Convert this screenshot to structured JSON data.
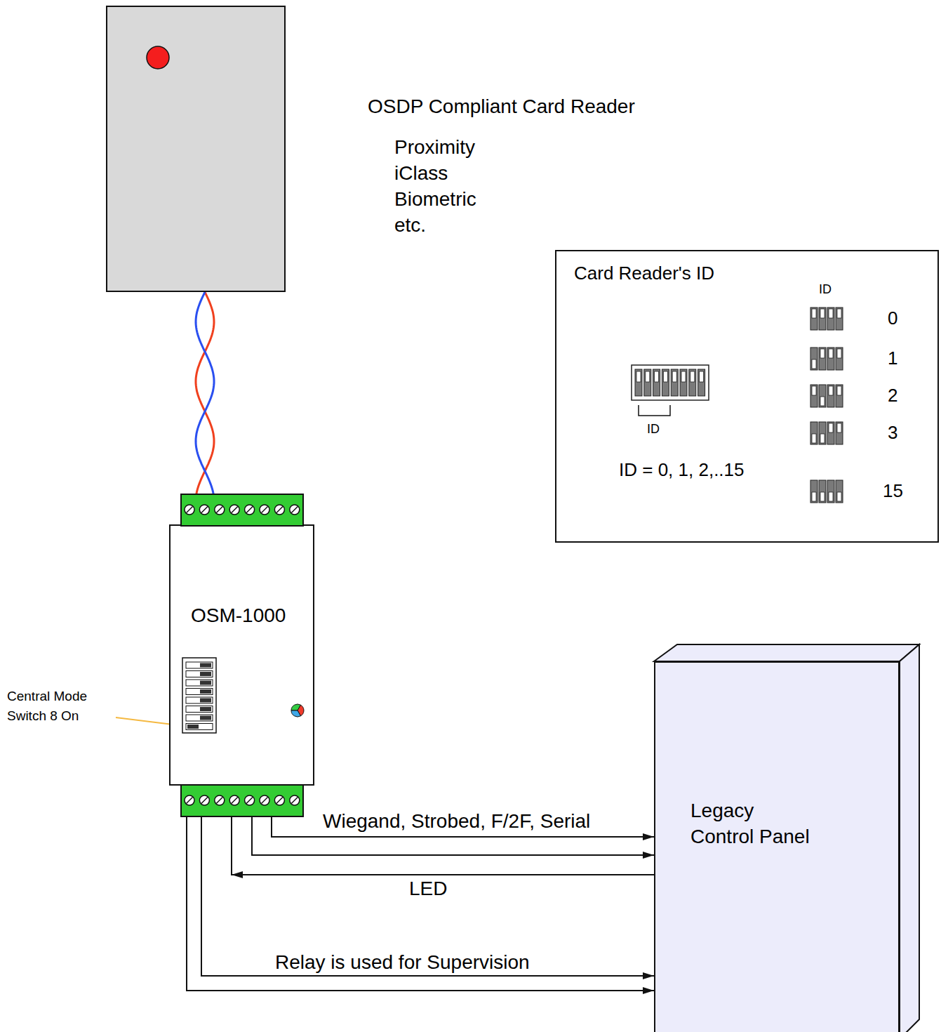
{
  "diagram": {
    "nodes": [
      {
        "text": [
          "OSDP Compliant Card Reader",
          "Proximity iClass Biometric etc."
        ]
      },
      {
        "text": [
          "Card Reader's ID",
          "ID",
          "0",
          "1",
          "2",
          "3",
          "15",
          "ID",
          "ID = 0, 1, 2,..15"
        ]
      },
      {
        "text": [
          "OSM-1000"
        ]
      },
      {
        "text": [
          "Legacy Control Panel"
        ]
      }
    ],
    "edges": [
      {
        "from": 0,
        "to": 2,
        "arrow": "none"
      },
      {
        "from": 2,
        "to": 3,
        "arrow": "to",
        "label": "Wiegand, Strobed, F/2F, Serial"
      },
      {
        "from": 2,
        "to": 3,
        "arrow": "to"
      },
      {
        "from": 3,
        "to": 2,
        "arrow": "to",
        "label": "LED"
      },
      {
        "from": 2,
        "to": 3,
        "arrow": "to",
        "label": "Relay is used for Supervision"
      },
      {
        "from": 2,
        "to": 3,
        "arrow": "to"
      }
    ],
    "labels": [
      "Central Mode Switch 8 On"
    ]
  }
}
